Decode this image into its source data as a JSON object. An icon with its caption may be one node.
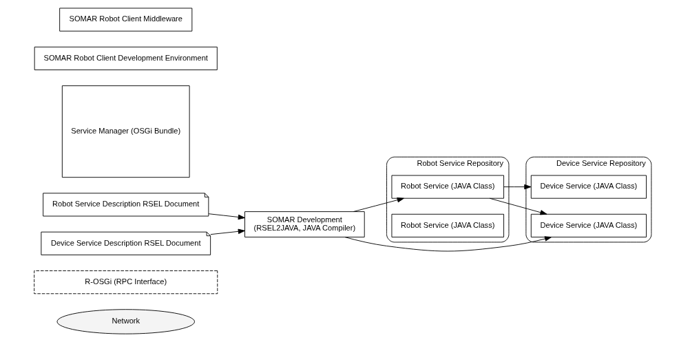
{
  "diagram": {
    "nodes": [
      {
        "text": [
          "Network"
        ]
      },
      {
        "text": [
          "R-OSGi (RPC Interface)"
        ]
      },
      {
        "text": [
          "Robot Service Description RSEL Document"
        ]
      },
      {
        "text": [
          "SOMAR Development",
          "(RSEL2JAVA, JAVA Compiler)"
        ]
      },
      {
        "text": [
          "Robot Service Repository"
        ]
      },
      {
        "text": [
          "Robot Service (JAVA Class)"
        ],
        "in": 4
      },
      {
        "text": [
          "Robot Service (JAVA Class)"
        ],
        "in": 4
      },
      {
        "text": [
          "Service Manager (OSGi Bundle)"
        ]
      },
      {
        "text": [
          "Device Service Description RSEL Document"
        ]
      },
      {
        "text": [
          "Device Service Repository"
        ]
      },
      {
        "text": [
          "Device Service (JAVA Class)"
        ],
        "in": 9
      },
      {
        "text": [
          "Device Service (JAVA Class)"
        ],
        "in": 9
      },
      {
        "text": [
          "SOMAR Robot Client Development Environment"
        ]
      },
      {
        "text": [
          "SOMAR Robot Client Middleware"
        ]
      }
    ],
    "edges": [
      {
        "from": 2,
        "to": 3,
        "arrow": "to"
      },
      {
        "from": 8,
        "to": 3,
        "arrow": "to"
      },
      {
        "from": 3,
        "to": 5,
        "arrow": "to"
      },
      {
        "from": 3,
        "to": 10,
        "arrow": "to"
      },
      {
        "from": 5,
        "to": 10,
        "arrow": "to"
      },
      {
        "from": 5,
        "to": 11,
        "arrow": "to"
      }
    ]
  }
}
